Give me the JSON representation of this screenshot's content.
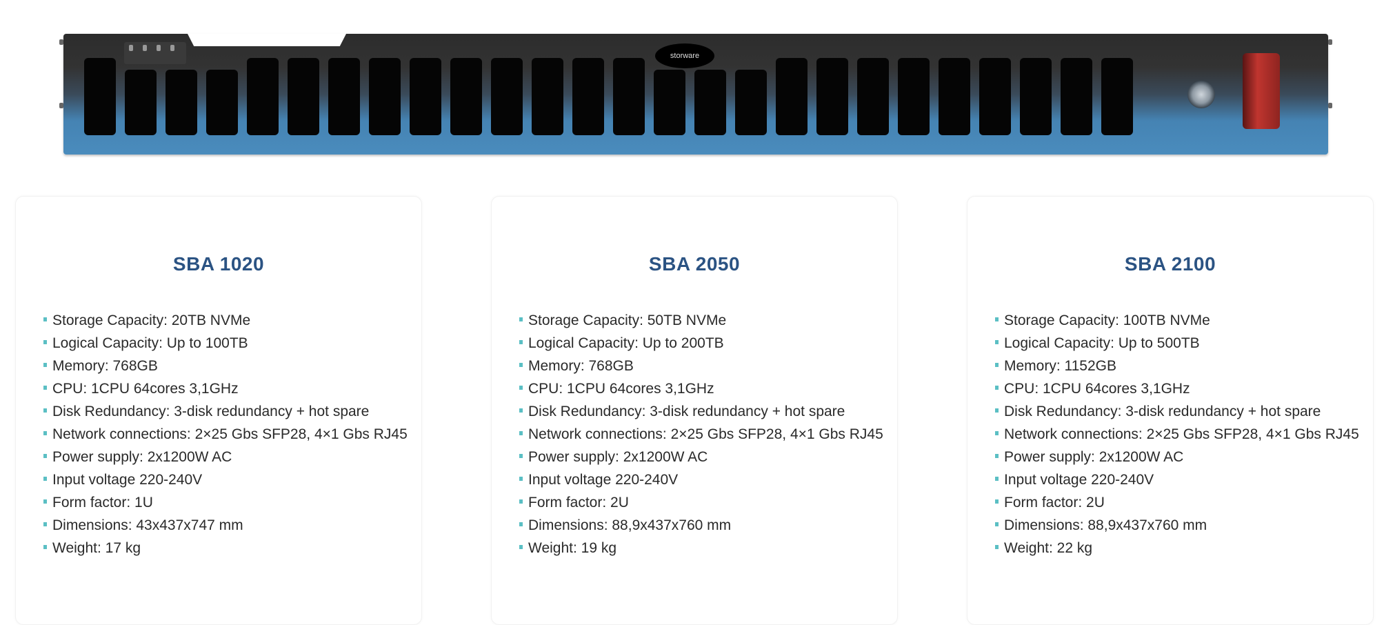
{
  "hero": {
    "logo_text": "storware"
  },
  "products": [
    {
      "name": "SBA 1020",
      "specs": [
        "Storage Capacity: 20TB NVMe",
        "Logical Capacity: Up to 100TB",
        "Memory: 768GB",
        "CPU: 1CPU 64cores 3,1GHz",
        "Disk Redundancy: 3-disk redundancy + hot spare",
        "Network connections: 2×25 Gbs SFP28, 4×1 Gbs RJ45",
        "Power supply: 2x1200W AC",
        "Input voltage 220-240V",
        "Form factor: 1U",
        "Dimensions: 43x437x747 mm",
        "Weight: 17 kg"
      ]
    },
    {
      "name": "SBA 2050",
      "specs": [
        "Storage Capacity: 50TB NVMe",
        "Logical Capacity: Up to 200TB",
        "Memory: 768GB",
        "CPU: 1CPU 64cores 3,1GHz",
        "Disk Redundancy: 3-disk redundancy + hot spare",
        "Network connections: 2×25 Gbs SFP28, 4×1 Gbs RJ45",
        "Power supply: 2x1200W AC",
        "Input voltage 220-240V",
        "Form factor: 2U",
        "Dimensions: 88,9x437x760 mm",
        "Weight: 19 kg"
      ]
    },
    {
      "name": "SBA 2100",
      "specs": [
        "Storage Capacity: 100TB NVMe",
        "Logical Capacity: Up to 500TB",
        "Memory: 1152GB",
        "CPU: 1CPU 64cores 3,1GHz",
        "Disk Redundancy: 3-disk redundancy + hot spare",
        "Network connections: 2×25 Gbs SFP28, 4×1 Gbs RJ45",
        "Power supply: 2x1200W AC",
        "Input voltage 220-240V",
        "Form factor: 2U",
        "Dimensions: 88,9x437x760 mm",
        "Weight: 22 kg"
      ]
    }
  ]
}
